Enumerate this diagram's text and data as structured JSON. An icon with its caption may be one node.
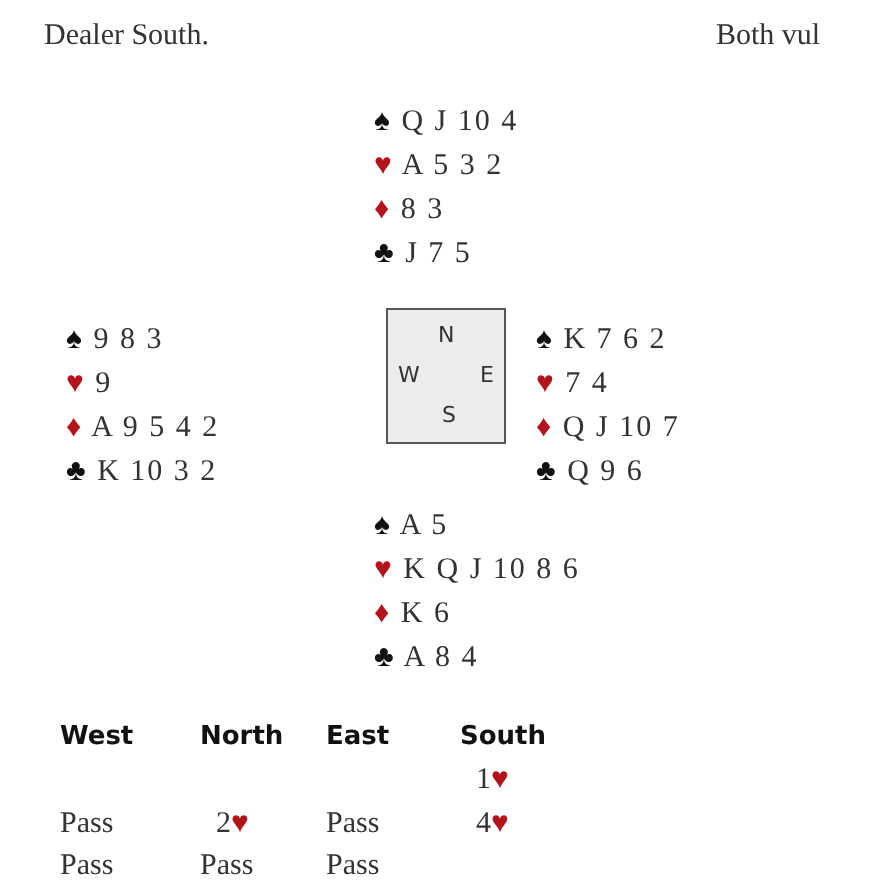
{
  "diagram": {
    "nodes": [
      {
        "text": [
          "N",
          "W",
          "E",
          "S"
        ]
      }
    ],
    "labels": [
      "Dealer South.",
      "Both vul",
      "♠ Q J 10 4",
      "♥ A 5 3 2",
      "♦ 8 3",
      "♣ J 7 5",
      "♠ 9 8 3",
      "♥ 9",
      "♦ A 9 5 4 2",
      "♣ K 10 3 2",
      "♠ K 7 6 2",
      "♥ 7 4",
      "♦ Q J 10 7",
      "♣ Q 9 6",
      "♠ A 5",
      "♥ K Q J 10 8 6",
      "♦ K 6",
      "♣ A 8 4",
      "West",
      "North",
      "East",
      "South",
      "1♥",
      "Pass",
      "2♥",
      "Pass",
      "4♥",
      "Pass",
      "Pass",
      "Pass"
    ]
  }
}
